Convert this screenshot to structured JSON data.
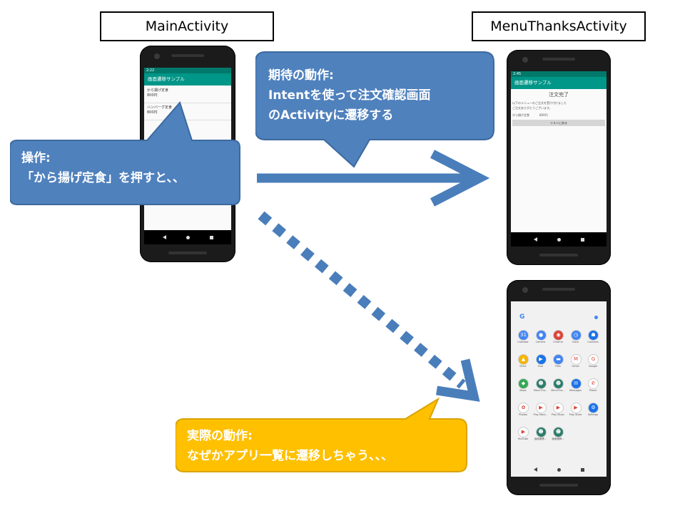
{
  "labels": {
    "main_activity": "MainActivity",
    "menu_thanks_activity": "MenuThanksActivity"
  },
  "callouts": {
    "operation": {
      "line1": "操作:",
      "line2": "「から揚げ定食」を押すと、、"
    },
    "expected": {
      "line1": "期待の動作:",
      "line2": "Intentを使って注文確認画面",
      "line3": "のActivityに遷移する"
    },
    "actual": {
      "line1": "実際の動作:",
      "line2": "なぜかアプリ一覧に遷移しちゃう、、、"
    }
  },
  "phone_main": {
    "status_time": "2:22",
    "app_title": "画面遷移サンプル",
    "items": [
      {
        "name": "から揚げ定食",
        "price": "800円"
      },
      {
        "name": "ハンバーグ定食",
        "price": "800円"
      }
    ]
  },
  "phone_thanks": {
    "status_time": "2:45",
    "app_title": "画面遷移サンプル",
    "heading": "注文完了",
    "message_line1": "以下のメニューのご注文を受け付けました",
    "message_line2": "ご注文ありがとうございます。",
    "order_name": "から揚げ定食",
    "order_price": "800円",
    "back_button": "リストに戻る"
  },
  "phone_launcher": {
    "search_glyph": "G",
    "apps": [
      {
        "label": "Calendar",
        "color": "#4285f4",
        "glyph": "31"
      },
      {
        "label": "Camera",
        "color": "#4285f4",
        "glyph": "●"
      },
      {
        "label": "Chrome",
        "color": "#db4437",
        "glyph": "◉"
      },
      {
        "label": "Clock",
        "color": "#4285f4",
        "glyph": "◷"
      },
      {
        "label": "Contacts",
        "color": "#1a73e8",
        "glyph": "☗"
      },
      {
        "label": "Drive",
        "color": "#f4b400",
        "glyph": "▲"
      },
      {
        "label": "Duo",
        "color": "#1a73e8",
        "glyph": "▶"
      },
      {
        "label": "Files",
        "color": "#4285f4",
        "glyph": "▬"
      },
      {
        "label": "Gmail",
        "color": "#ffffff",
        "glyph": "M"
      },
      {
        "label": "Google",
        "color": "#ffffff",
        "glyph": "G"
      },
      {
        "label": "Maps",
        "color": "#34a853",
        "glyph": "◆"
      },
      {
        "label": "MenuTha...",
        "color": "#2e7d6b",
        "glyph": "☻"
      },
      {
        "label": "MenuTha...",
        "color": "#2e7d6b",
        "glyph": "☻"
      },
      {
        "label": "Messages",
        "color": "#1a73e8",
        "glyph": "✉"
      },
      {
        "label": "Phone",
        "color": "#ffffff",
        "glyph": "✆"
      },
      {
        "label": "Photos",
        "color": "#ffffff",
        "glyph": "✿"
      },
      {
        "label": "Play Movi...",
        "color": "#ffffff",
        "glyph": "▶"
      },
      {
        "label": "Play Music",
        "color": "#ffffff",
        "glyph": "▶"
      },
      {
        "label": "Play Store",
        "color": "#ffffff",
        "glyph": "▶"
      },
      {
        "label": "Settings",
        "color": "#1a73e8",
        "glyph": "⚙"
      },
      {
        "label": "YouTube",
        "color": "#ffffff",
        "glyph": "▶"
      },
      {
        "label": "画面遷移...",
        "color": "#2e7d6b",
        "glyph": "☻"
      },
      {
        "label": "画面遷移...",
        "color": "#2e7d6b",
        "glyph": "☻"
      }
    ]
  },
  "colors": {
    "blue_callout": "#4f81bd",
    "blue_arrow": "#4a7ebb",
    "yellow_callout": "#ffc000",
    "teal_appbar": "#009688"
  }
}
